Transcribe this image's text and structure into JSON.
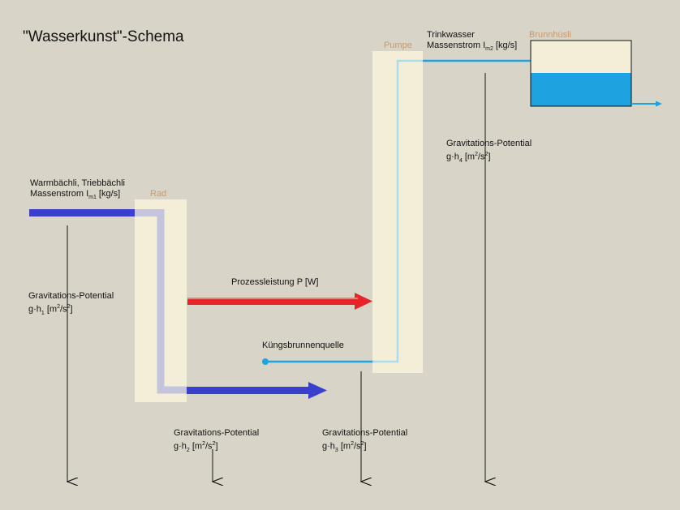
{
  "title": "\"Wasserkunst\"-Schema",
  "inflow": {
    "line1": "Warmbächli, Triebbächli",
    "line2_prefix": "Massenstrom I",
    "line2_sub": "m1",
    "line2_suffix": " [kg/s]"
  },
  "rad": {
    "label": "Rad"
  },
  "pumpe": {
    "label": "Pumpe"
  },
  "brunnhuesli": {
    "label": "Brunnhüsli"
  },
  "trinkwasser": {
    "line1": "Trinkwasser",
    "line2_prefix": "Massenstrom I",
    "line2_sub": "m2",
    "line2_suffix": " [kg/s]"
  },
  "prozessleistung": {
    "label": "Prozessleistung P  [W]"
  },
  "quelle": {
    "label": "Küngsbrunnenquelle"
  },
  "potentials": [
    {
      "line1": "Gravitations-Potential",
      "g": "g·h",
      "sub": "1",
      "unit_prefix": "  [m",
      "unit_mid": "/s",
      "unit_suffix": "]"
    },
    {
      "line1": "Gravitations-Potential",
      "g": "g·h",
      "sub": "2",
      "unit_prefix": "  [m",
      "unit_mid": "/s",
      "unit_suffix": "]"
    },
    {
      "line1": "Gravitations-Potential",
      "g": "g·h",
      "sub": "3",
      "unit_prefix": "  [m",
      "unit_mid": "/s",
      "unit_suffix": "]"
    },
    {
      "line1": "Gravitations-Potential",
      "g": "g·h",
      "sub": "4",
      "unit_prefix": "  [m",
      "unit_mid": "/s",
      "unit_suffix": "]"
    }
  ],
  "colors": {
    "background": "#d8d5c8",
    "box_fill": "#f2eed8",
    "inflow_blue": "#3a3fcc",
    "inflow_pale": "#c4c4dc",
    "process_red": "#e8242a",
    "water_blue": "#1ea3e0",
    "water_pale": "#a8dcec",
    "label_orange": "#c89a6e"
  }
}
